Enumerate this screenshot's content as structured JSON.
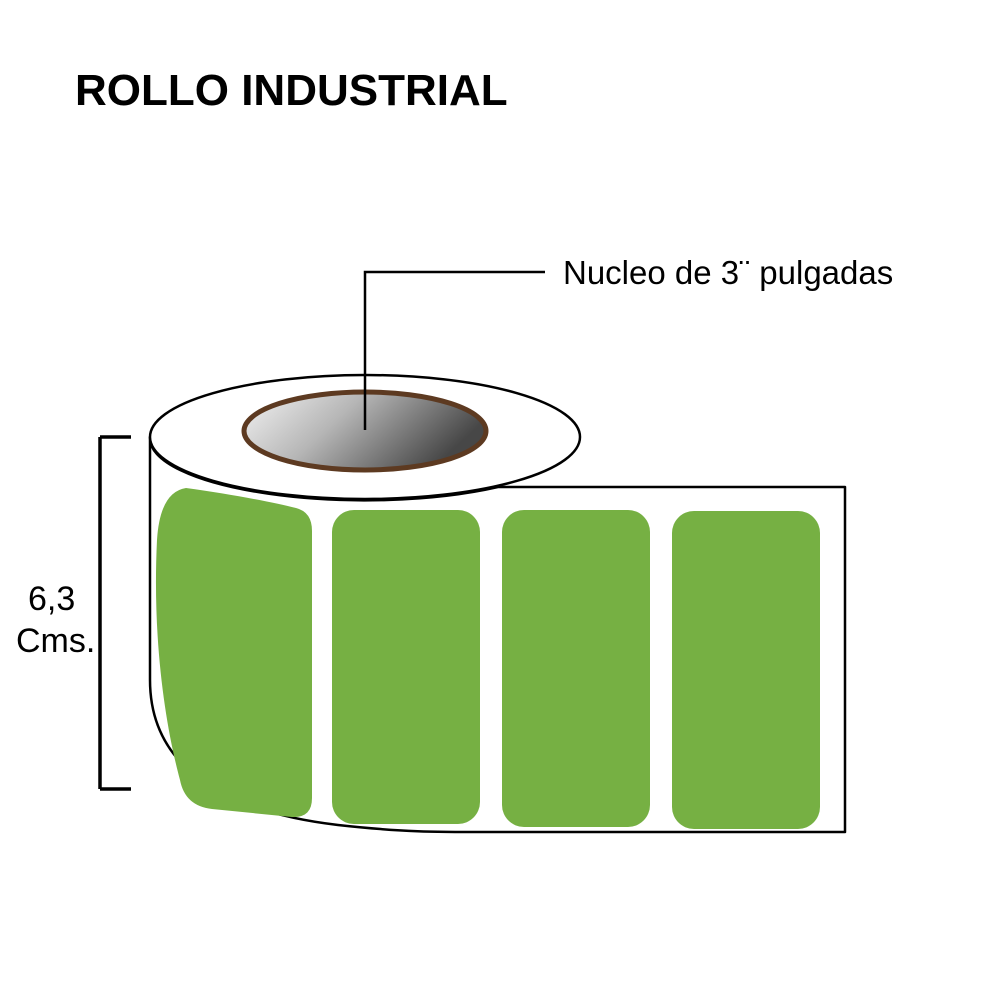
{
  "title": "ROLLO INDUSTRIAL",
  "annotations": {
    "core_label": "Nucleo de 3¨ pulgadas",
    "height_value": "6,3",
    "height_unit": "Cms."
  },
  "colors": {
    "label_green": "#76b043",
    "core_ring_brown": "#5d3a21",
    "outline_black": "#000000"
  }
}
